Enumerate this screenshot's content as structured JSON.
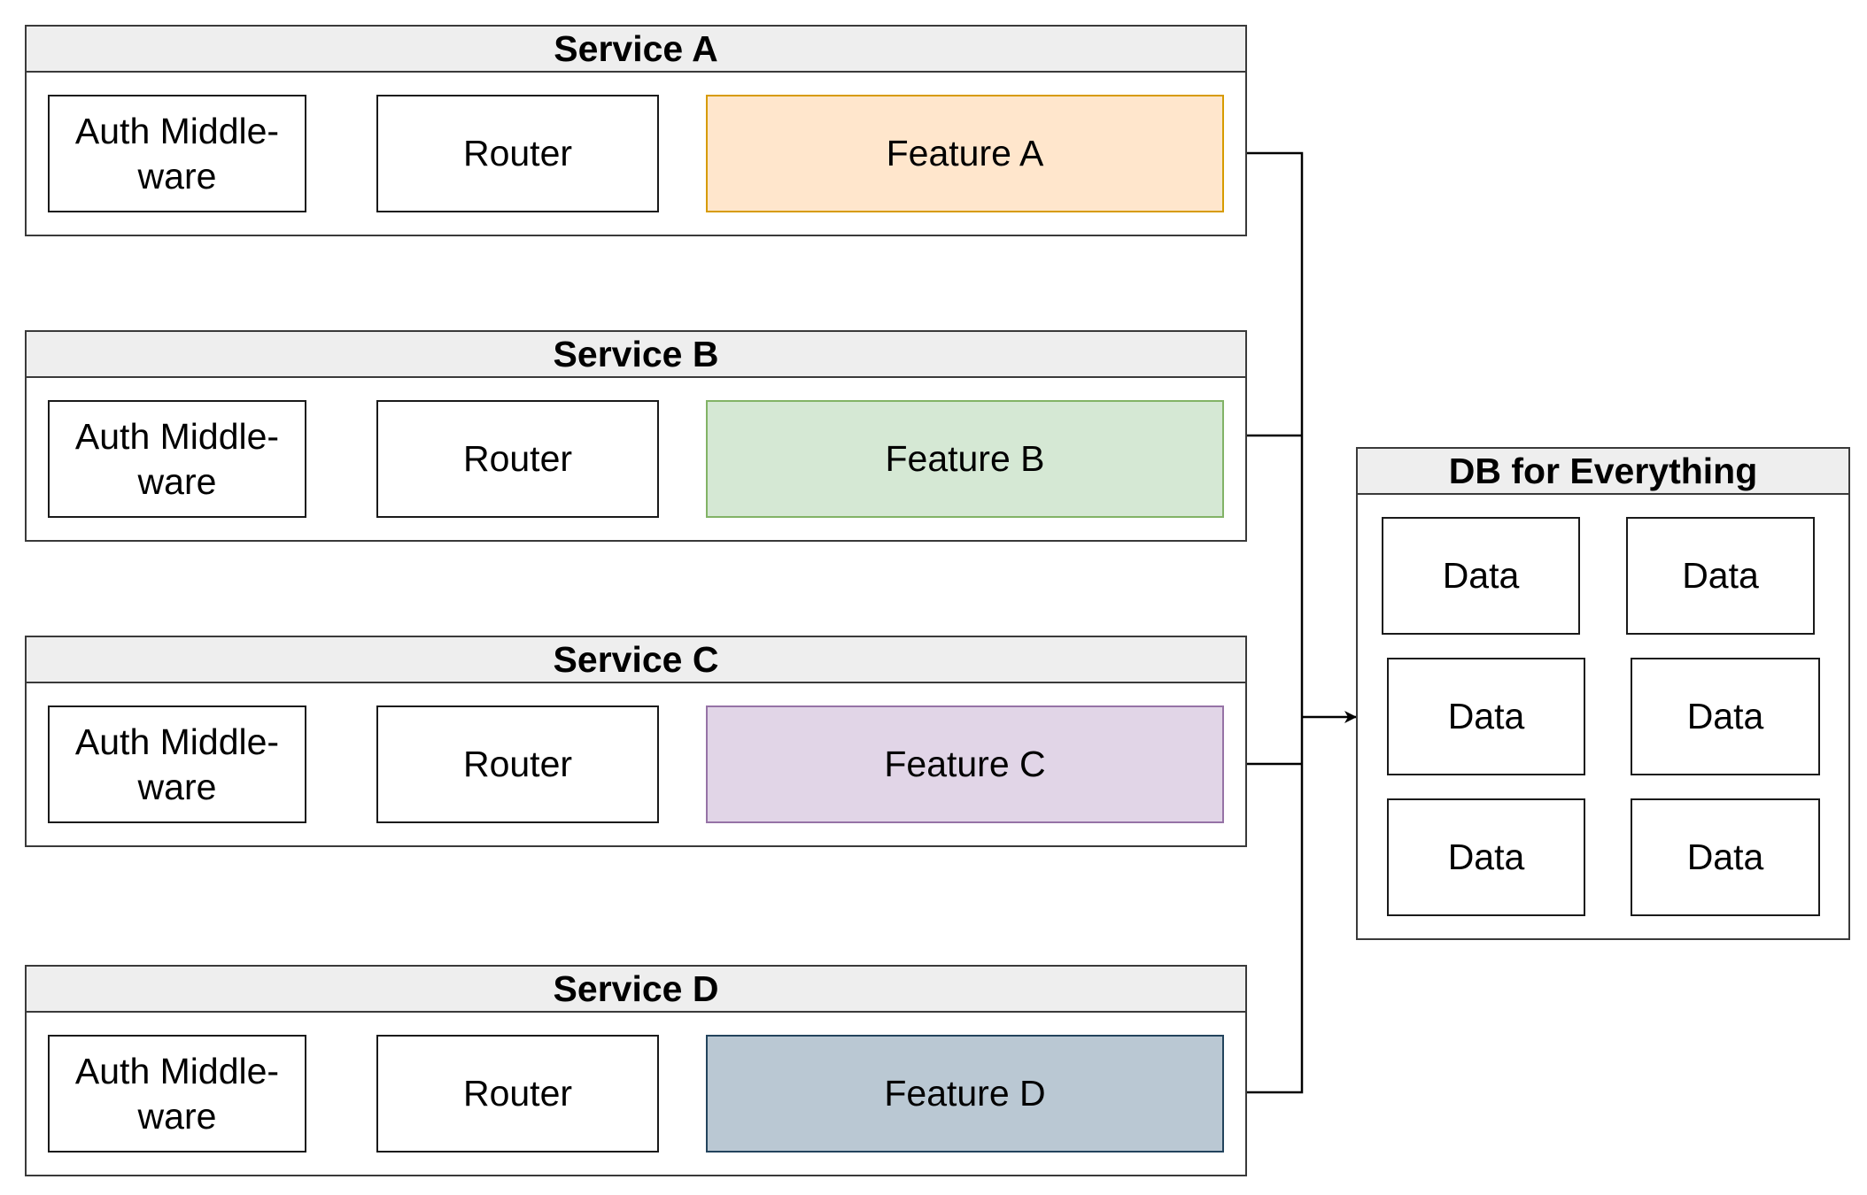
{
  "services": [
    {
      "title": "Service A",
      "auth_label": "Auth Middle-\nware",
      "router_label": "Router",
      "feature_label": "Feature A",
      "feature_fill": "#ffe6cc",
      "feature_stroke": "#d79b00"
    },
    {
      "title": "Service B",
      "auth_label": "Auth Middle-\nware",
      "router_label": "Router",
      "feature_label": "Feature B",
      "feature_fill": "#d5e8d4",
      "feature_stroke": "#82b366"
    },
    {
      "title": "Service C",
      "auth_label": "Auth Middle-\nware",
      "router_label": "Router",
      "feature_label": "Feature C",
      "feature_fill": "#e1d5e7",
      "feature_stroke": "#9673a6"
    },
    {
      "title": "Service D",
      "auth_label": "Auth Middle-\nware",
      "router_label": "Router",
      "feature_label": "Feature D",
      "feature_fill": "#bac8d3",
      "feature_stroke": "#23445d"
    }
  ],
  "db": {
    "title": "DB for Everything",
    "items": [
      "Data",
      "Data",
      "Data",
      "Data",
      "Data",
      "Data"
    ]
  }
}
